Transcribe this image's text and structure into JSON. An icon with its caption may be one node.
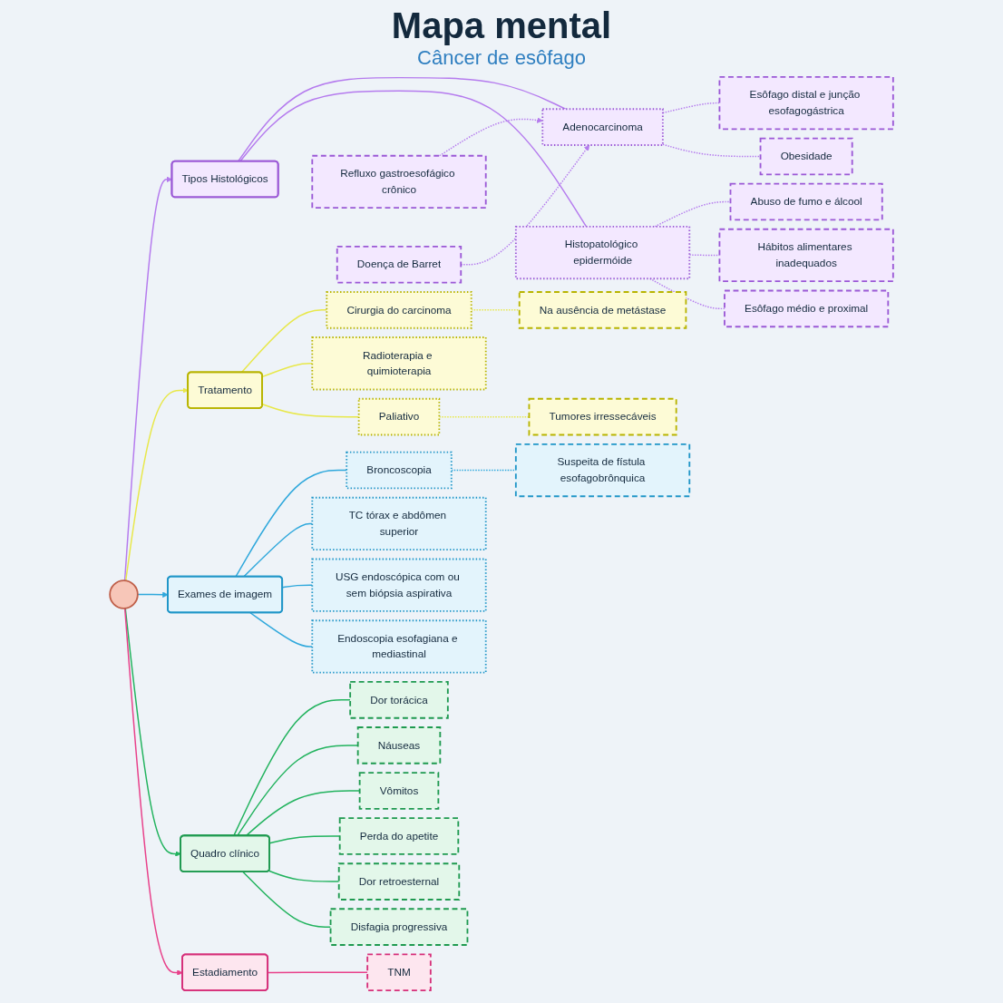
{
  "diagram": {
    "title": "Mapa mental",
    "nodes": [
      {
        "text": [],
        "shape": "circle"
      },
      {
        "text": [
          "Tipos Histológicos"
        ]
      },
      {
        "text": [
          "Adenocarcinoma"
        ]
      },
      {
        "text": [
          "Histopatológico epidermóide"
        ]
      },
      {
        "text": [
          "Esôfago distal e junção esofagogástrica"
        ]
      },
      {
        "text": [
          "Refluxo gastroesofágico crônico"
        ]
      },
      {
        "text": [
          "Doença de Barret"
        ]
      },
      {
        "text": [
          "Obesidade"
        ]
      },
      {
        "text": [
          "Abuso de fumo e álcool"
        ]
      },
      {
        "text": [
          "Hábitos alimentares inadequados"
        ]
      },
      {
        "text": [
          "Esôfago médio e proximal"
        ]
      },
      {
        "text": [
          "Tratamento"
        ]
      },
      {
        "text": [
          "Na ausência de metástase"
        ]
      },
      {
        "text": [
          "Cirurgia do carcinoma"
        ]
      },
      {
        "text": [
          "Radioterapia e quimioterapia"
        ]
      },
      {
        "text": [
          "Paliativo"
        ]
      },
      {
        "text": [
          "Tumores irressecáveis"
        ]
      },
      {
        "text": [
          "Exames de imagem"
        ]
      },
      {
        "text": [
          "Suspeita de fístula esofagobrônquica"
        ]
      },
      {
        "text": [
          "Broncoscopia"
        ]
      },
      {
        "text": [
          "TC tórax e abdômen superior"
        ]
      },
      {
        "text": [
          "USG endoscópica com ou sem biópsia aspirativa"
        ]
      },
      {
        "text": [
          "Endoscopia esofagiana e mediastinal"
        ]
      },
      {
        "text": [
          "Quadro clínico"
        ]
      },
      {
        "text": [
          "Dor torácica"
        ]
      },
      {
        "text": [
          "Náuseas"
        ]
      },
      {
        "text": [
          "Vômitos"
        ]
      },
      {
        "text": [
          "Perda do apetite"
        ]
      },
      {
        "text": [
          "Dor retroesternal"
        ]
      },
      {
        "text": [
          "Disfagia progressiva"
        ]
      },
      {
        "text": [
          "Estadiamento"
        ]
      },
      {
        "text": [
          "TNM"
        ]
      }
    ],
    "edges": [
      {
        "from": 0,
        "to": 1,
        "arrow": "to",
        "color": "#b57bee"
      },
      {
        "from": 1,
        "to": 2,
        "arrow": "none",
        "color": "#b57bee"
      },
      {
        "from": 1,
        "to": 3,
        "arrow": "none",
        "color": "#b57bee"
      },
      {
        "from": 4,
        "to": 2,
        "arrow": "none",
        "style": "dashed",
        "color": "#b57bee"
      },
      {
        "from": 5,
        "to": 2,
        "arrow": "to",
        "style": "dashed",
        "color": "#b57bee"
      },
      {
        "from": 6,
        "to": 2,
        "arrow": "to",
        "style": "dashed",
        "color": "#b57bee"
      },
      {
        "from": 2,
        "to": 7,
        "arrow": "none",
        "style": "dashed",
        "color": "#b57bee"
      },
      {
        "from": 3,
        "to": 8,
        "arrow": "none",
        "style": "dashed",
        "color": "#b57bee"
      },
      {
        "from": 3,
        "to": 9,
        "arrow": "none",
        "style": "dashed",
        "color": "#b57bee"
      },
      {
        "from": 3,
        "to": 10,
        "arrow": "none",
        "style": "dashed",
        "color": "#b57bee"
      },
      {
        "from": 0,
        "to": 11,
        "arrow": "to",
        "color": "#e8e84a"
      },
      {
        "from": 11,
        "to": 13,
        "arrow": "none",
        "color": "#e8e84a"
      },
      {
        "from": 11,
        "to": 14,
        "arrow": "none",
        "color": "#e8e84a"
      },
      {
        "from": 11,
        "to": 15,
        "arrow": "none",
        "color": "#e8e84a"
      },
      {
        "from": 12,
        "to": 13,
        "arrow": "none",
        "style": "dashed",
        "color": "#e8e84a"
      },
      {
        "from": 15,
        "to": 16,
        "arrow": "none",
        "style": "dashed",
        "color": "#e8e84a"
      },
      {
        "from": 0,
        "to": 17,
        "arrow": "to",
        "color": "#2fa8dc"
      },
      {
        "from": 17,
        "to": 19,
        "arrow": "none",
        "color": "#2fa8dc"
      },
      {
        "from": 17,
        "to": 20,
        "arrow": "none",
        "color": "#2fa8dc"
      },
      {
        "from": 17,
        "to": 21,
        "arrow": "none",
        "color": "#2fa8dc"
      },
      {
        "from": 17,
        "to": 22,
        "arrow": "none",
        "color": "#2fa8dc"
      },
      {
        "from": 18,
        "to": 19,
        "arrow": "none",
        "style": "dashed",
        "color": "#2fa8dc"
      },
      {
        "from": 0,
        "to": 23,
        "arrow": "to",
        "color": "#22b35e"
      },
      {
        "from": 23,
        "to": 24,
        "arrow": "none",
        "color": "#22b35e"
      },
      {
        "from": 23,
        "to": 25,
        "arrow": "none",
        "color": "#22b35e"
      },
      {
        "from": 23,
        "to": 26,
        "arrow": "none",
        "color": "#22b35e"
      },
      {
        "from": 23,
        "to": 27,
        "arrow": "none",
        "color": "#22b35e"
      },
      {
        "from": 23,
        "to": 28,
        "arrow": "none",
        "color": "#22b35e"
      },
      {
        "from": 23,
        "to": 29,
        "arrow": "none",
        "color": "#22b35e"
      },
      {
        "from": 0,
        "to": 30,
        "arrow": "to",
        "color": "#e8408a"
      },
      {
        "from": 30,
        "to": 31,
        "arrow": "none",
        "color": "#e8408a"
      }
    ],
    "labels": [
      "Câncer de esôfago"
    ]
  }
}
